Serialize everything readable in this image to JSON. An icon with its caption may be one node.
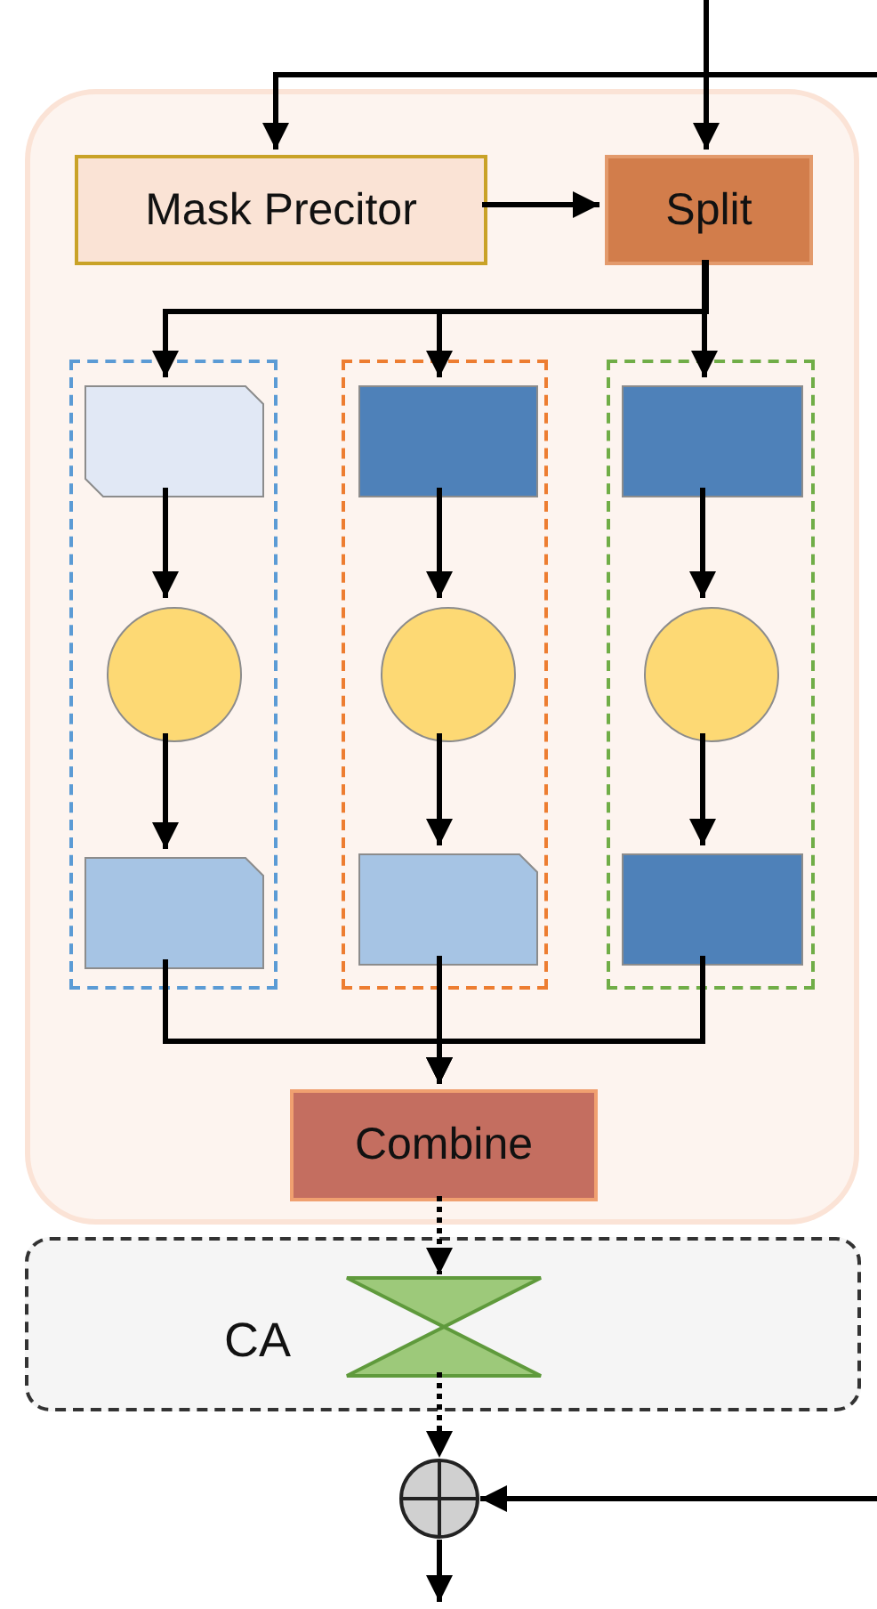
{
  "diagram": {
    "nodes": [
      {
        "text": [],
        "shape": "box"
      },
      {
        "text": [
          "Mask Precitor"
        ],
        "in": 0
      },
      {
        "text": [
          "Split"
        ],
        "in": 0
      },
      {
        "text": [],
        "shape": "box",
        "in": 0
      },
      {
        "text": [],
        "shape": "box",
        "in": 3
      },
      {
        "text": [],
        "shape": "circle",
        "in": 3
      },
      {
        "text": [],
        "shape": "box",
        "in": 3
      },
      {
        "text": [],
        "shape": "box",
        "in": 0
      },
      {
        "text": [],
        "shape": "box",
        "in": 7
      },
      {
        "text": [],
        "shape": "circle",
        "in": 7
      },
      {
        "text": [],
        "shape": "box",
        "in": 7
      },
      {
        "text": [],
        "shape": "box",
        "in": 0
      },
      {
        "text": [],
        "shape": "box",
        "in": 11
      },
      {
        "text": [],
        "shape": "circle",
        "in": 11
      },
      {
        "text": [],
        "shape": "box",
        "in": 11
      },
      {
        "text": [
          "Combine"
        ],
        "in": 0
      },
      {
        "text": [
          "CA"
        ]
      },
      {
        "text": [],
        "shape": "hourglass",
        "in": 16
      },
      {
        "text": [],
        "shape": "circle"
      }
    ],
    "edges": [
      {
        "from": null,
        "to": 2,
        "arrow": "to"
      },
      {
        "from": null,
        "to": 1,
        "arrow": "to"
      },
      {
        "from": 1,
        "to": 2,
        "arrow": "to"
      },
      {
        "from": 2,
        "to": 4,
        "arrow": "to"
      },
      {
        "from": 2,
        "to": 8,
        "arrow": "to"
      },
      {
        "from": 2,
        "to": 12,
        "arrow": "to"
      },
      {
        "from": 4,
        "to": 5,
        "arrow": "to"
      },
      {
        "from": 5,
        "to": 6,
        "arrow": "to"
      },
      {
        "from": 8,
        "to": 9,
        "arrow": "to"
      },
      {
        "from": 9,
        "to": 10,
        "arrow": "to"
      },
      {
        "from": 12,
        "to": 13,
        "arrow": "to"
      },
      {
        "from": 13,
        "to": 14,
        "arrow": "to"
      },
      {
        "from": 6,
        "to": 15,
        "arrow": "to"
      },
      {
        "from": 10,
        "to": 15,
        "arrow": "to"
      },
      {
        "from": 14,
        "to": 15,
        "arrow": "to"
      },
      {
        "from": 15,
        "to": 17,
        "arrow": "to",
        "style": "dashed"
      },
      {
        "from": 17,
        "to": 18,
        "arrow": "to",
        "style": "dashed"
      },
      {
        "from": null,
        "to": 18,
        "arrow": "to"
      },
      {
        "from": 18,
        "to": null,
        "arrow": "to"
      }
    ]
  }
}
